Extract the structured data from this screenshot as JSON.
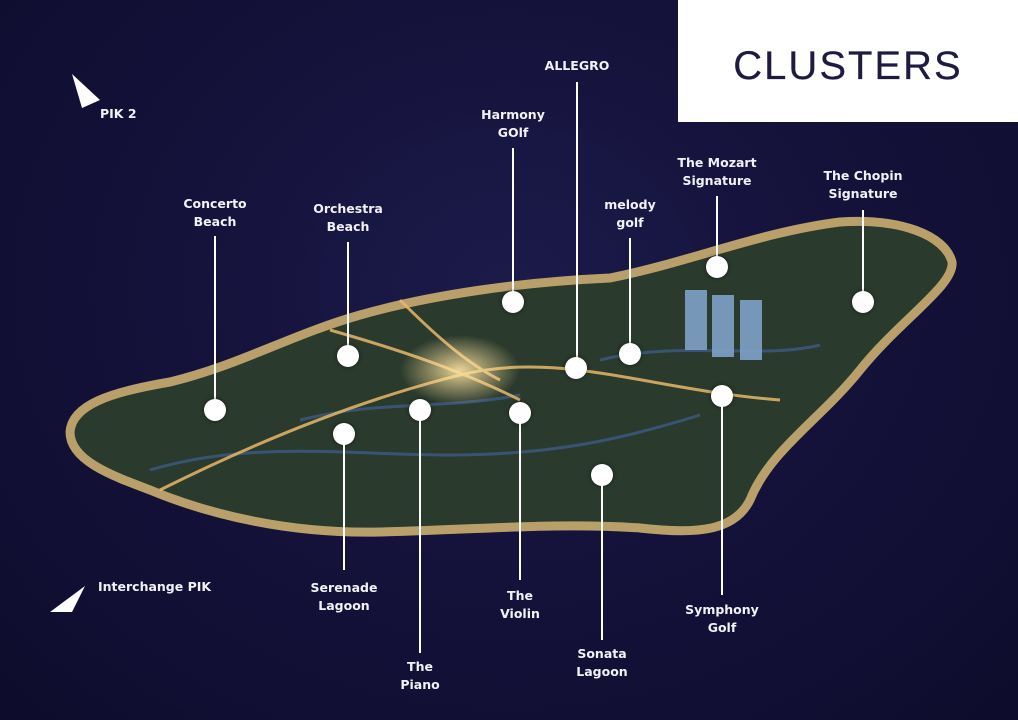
{
  "title": "CLUSTERS",
  "colors": {
    "background": "#131138",
    "border": "#b9a06a",
    "land": "#26362a",
    "marker": "#ffffff"
  },
  "directions": [
    {
      "label": "PIK 2",
      "icon": "arrow-icon"
    },
    {
      "label": "Interchange PIK",
      "icon": "arrow-icon"
    }
  ],
  "clusters": [
    {
      "line1": "Concerto",
      "line2": "Beach"
    },
    {
      "line1": "Orchestra",
      "line2": "Beach"
    },
    {
      "line1": "Harmony",
      "line2": "GOlf"
    },
    {
      "line1": "ALLEGRO",
      "line2": ""
    },
    {
      "line1": "melody",
      "line2": "golf"
    },
    {
      "line1": "The Mozart",
      "line2": "Signature"
    },
    {
      "line1": "The Chopin",
      "line2": "Signature"
    },
    {
      "line1": "Serenade",
      "line2": "Lagoon"
    },
    {
      "line1": "The",
      "line2": "Piano"
    },
    {
      "line1": "The",
      "line2": "Violin"
    },
    {
      "line1": "Sonata",
      "line2": "Lagoon"
    },
    {
      "line1": "Symphony",
      "line2": "Golf"
    }
  ]
}
